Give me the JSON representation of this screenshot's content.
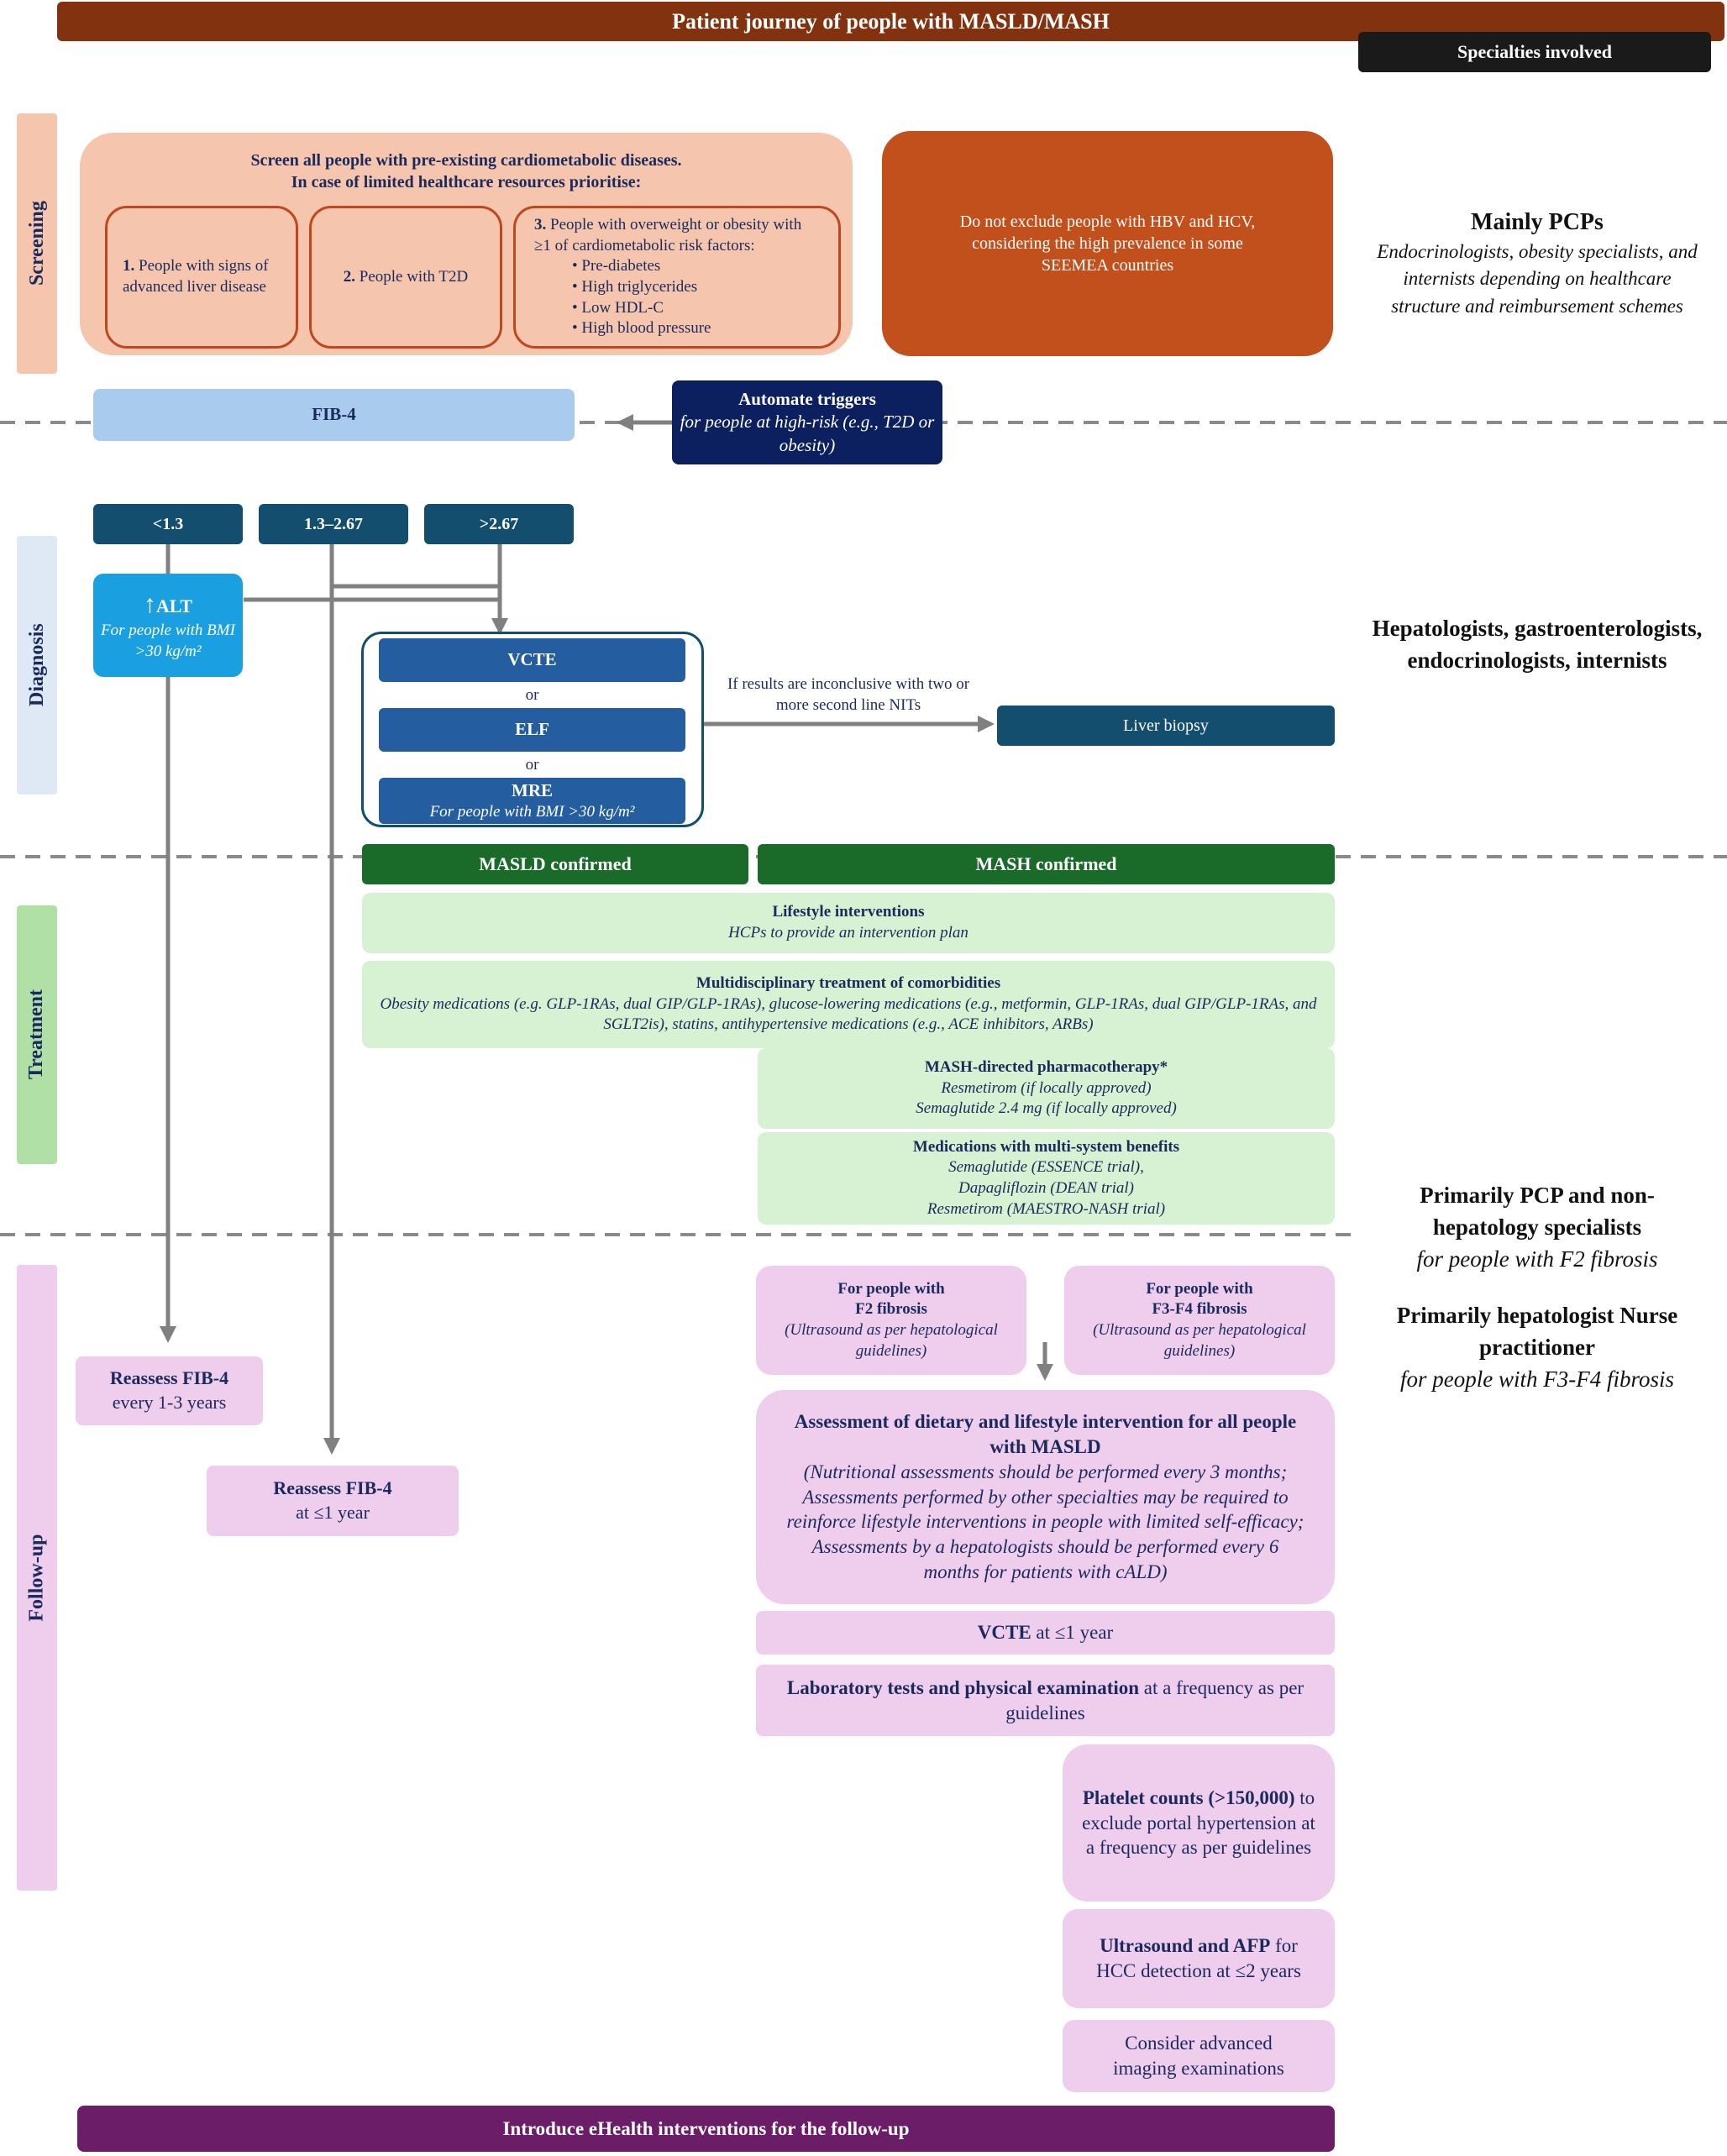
{
  "title": "Patient journey of people with MASLD/MASH",
  "specialties_header": "Specialties involved",
  "stages": {
    "screening": "Screening",
    "diagnosis": "Diagnosis",
    "treatment": "Treatment",
    "followup": "Follow-up"
  },
  "screening": {
    "intro_line1": "Screen all people with pre-existing cardiometabolic diseases.",
    "intro_line2": "In case of limited healthcare resources prioritise:",
    "option1": {
      "num": "1.",
      "text": "People  with signs of advanced liver disease"
    },
    "option2": {
      "num": "2.",
      "text": "People  with T2D"
    },
    "option3": {
      "num": "3.",
      "text": "People with overweight or obesity with ≥1 of cardiometabolic risk factors:",
      "factors": [
        "Pre-diabetes",
        "High triglycerides",
        "Low HDL-C",
        "High blood pressure"
      ]
    },
    "hbv_note": "Do not exclude people with HBV and HCV, considering the high prevalence in some SEEMEA countries"
  },
  "diagnosis": {
    "fib4": "FIB-4",
    "triggers_title": "Automate triggers",
    "triggers_text": "for people at high-risk (e.g., T2D or obesity)",
    "thresholds": [
      "<1.3",
      "1.3–2.67",
      ">2.67"
    ],
    "alt_title": "ALT",
    "alt_arrow": "↑",
    "alt_note": "For people with BMI >30 kg/m²",
    "vcte": "VCTE",
    "or1": "or",
    "elf": "ELF",
    "or2": "or",
    "mre": "MRE",
    "mre_note": "For people with BMI >30 kg/m²",
    "inconclusive": "If results are inconclusive with two or more second line NITs",
    "biopsy": "Liver biopsy"
  },
  "treatment": {
    "masld_confirmed": "MASLD confirmed",
    "mash_confirmed": "MASH confirmed",
    "lifestyle_title": "Lifestyle interventions",
    "lifestyle_text": "HCPs to provide an intervention plan",
    "multi_title": "Multidisciplinary treatment of comorbidities",
    "multi_text": "Obesity medications (e.g. GLP-1RAs, dual GIP/GLP-1RAs), glucose-lowering medications (e.g., metformin, GLP-1RAs, dual GIP/GLP-1RAs, and SGLT2is), statins, antihypertensive medications (e.g., ACE inhibitors, ARBs)",
    "mash_pharma_title": "MASH-directed pharmacotherapy*",
    "mash_pharma_items": [
      "Resmetirom (if locally approved)",
      "Semaglutide 2.4 mg (if locally approved)"
    ],
    "multisystem_title": "Medications with multi-system benefits",
    "multisystem_items": [
      "Semaglutide (ESSENCE trial),",
      "Dapagliflozin (DEAN trial)",
      "Resmetirom (MAESTRO-NASH trial)"
    ]
  },
  "followup": {
    "reassess1_title": "Reassess FIB-4",
    "reassess1_text": "every 1-3 years",
    "reassess2_title": "Reassess FIB-4",
    "reassess2_text": "at ≤1 year",
    "f2_title_line1": "For people with",
    "f2_title_line2": "F2 fibrosis",
    "f2_text": "(Ultrasound as per hepatological guidelines)",
    "f34_title_line1": "For people with",
    "f34_title_line2": "F3-F4 fibrosis",
    "f34_text": "(Ultrasound as per hepatological guidelines)",
    "assess_title": "Assessment of dietary and lifestyle intervention for all people with MASLD",
    "assess_text": "(Nutritional assessments should be performed every 3 months; Assessments performed by other specialties may be required to reinforce lifestyle interventions in people with limited self-efficacy; Assessments by a hepatologists should be performed every 6 months for patients with cALD)",
    "vcte_bold": "VCTE",
    "vcte_text": " at ≤1 year",
    "lab_bold": "Laboratory tests and physical examination",
    "lab_text": " at a frequency as per guidelines",
    "platelet_bold": "Platelet counts (>150,000)",
    "platelet_text": " to exclude portal hypertension at a frequency as per guidelines",
    "us_bold": "Ultrasound and AFP",
    "us_text": " for HCC detection at ≤2 years",
    "imaging": "Consider advanced imaging examinations",
    "ehealth": "Introduce eHealth interventions for the follow-up"
  },
  "specialties": {
    "screening_title": "Mainly PCPs",
    "screening_text": "Endocrinologists, obesity specialists, and internists depending on healthcare structure and reimbursement schemes",
    "diagnosis_title": "Hepatologists, gastroenterologists, endocrinologists, internists",
    "f2_title": "Primarily PCP and non-hepatology specialists",
    "f2_text": "for people with F2 fibrosis",
    "f34_title": "Primarily hepatologist Nurse practitioner",
    "f34_text": "for people with F3-F4 fibrosis"
  },
  "colors": {
    "title_bar": "#82320f",
    "screening_panel": "#f5c6ad",
    "screening_border": "#c0461d",
    "hbv_box": "#c2501c",
    "fib4_box": "#a9cbee",
    "navy": "#0c1f5e",
    "teal": "#134e6f",
    "dark_green": "#1a6a2a",
    "light_green": "#d7f2d2",
    "pink": "#efcdec",
    "ehealth": "#6c1d68",
    "arrow_grey": "#808080"
  }
}
